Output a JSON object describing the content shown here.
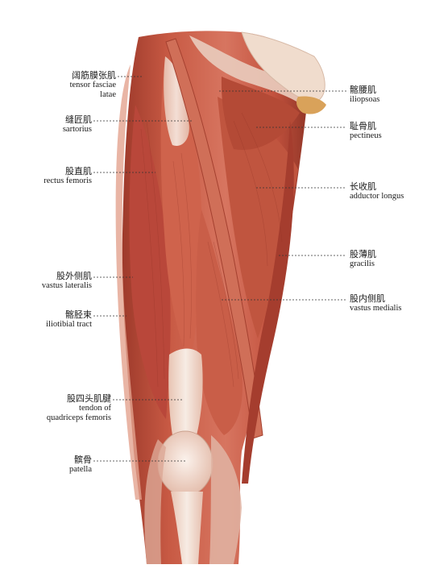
{
  "labels": {
    "tensor_fasciae_latae": {
      "zh": "阔筋膜张肌",
      "en": "tensor fasciae\nlatae"
    },
    "sartorius": {
      "zh": "缝匠肌",
      "en": "sartorius"
    },
    "rectus_femoris": {
      "zh": "股直肌",
      "en": "rectus femoris"
    },
    "vastus_lateralis": {
      "zh": "股外侧肌",
      "en": "vastus lateralis"
    },
    "iliotibial_tract": {
      "zh": "髂胫束",
      "en": "iliotibial tract"
    },
    "quadriceps_tendon": {
      "zh": "股四头肌腱",
      "en": "tendon of\nquadriceps femoris"
    },
    "patella": {
      "zh": "髌骨",
      "en": "patella"
    },
    "iliopsoas": {
      "zh": "髂腰肌",
      "en": "iliopsoas"
    },
    "pectineus": {
      "zh": "耻骨肌",
      "en": "pectineus"
    },
    "adductor_longus": {
      "zh": "长收肌",
      "en": "adductor longus"
    },
    "gracilis": {
      "zh": "股薄肌",
      "en": "gracilis"
    },
    "vastus_medialis": {
      "zh": "股内侧肌",
      "en": "vastus medialis"
    }
  },
  "colors": {
    "muscle": "#c4533f",
    "muscle_dark": "#9e3a2b",
    "muscle_light": "#dd8a72",
    "tendon": "#f1ddd0",
    "leader": "#333333"
  }
}
